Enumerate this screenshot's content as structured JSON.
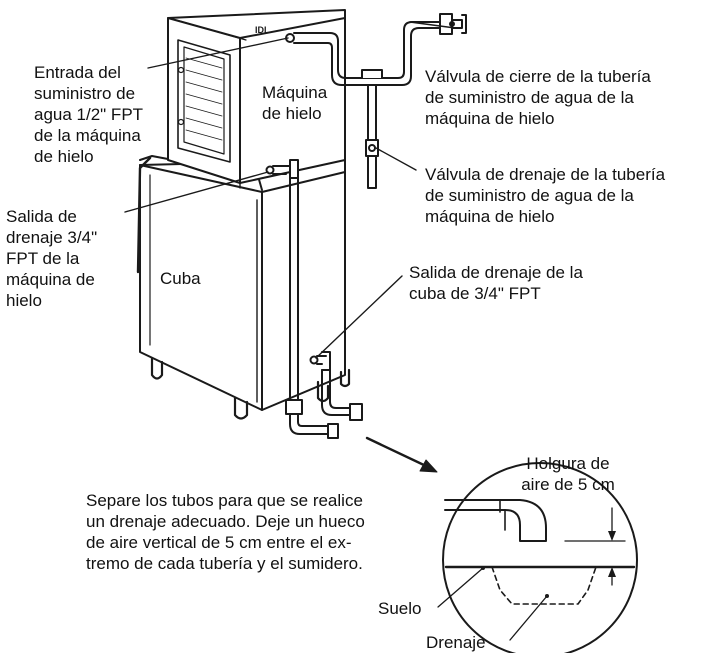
{
  "labels": {
    "entrada": [
      "Entrada del",
      "suministro de",
      "agua 1/2\" FPT",
      "de la máquina",
      "de hielo"
    ],
    "maquina": [
      "Máquina",
      "de hielo"
    ],
    "valvula_cierre": [
      "Válvula de cierre de la tubería",
      "de suministro de agua de la",
      "máquina de hielo"
    ],
    "valvula_drenaje": [
      "Válvula de drenaje de la tubería",
      "de suministro de agua de la",
      "máquina de hielo"
    ],
    "salida_maquina": [
      "Salida de",
      "drenaje 3/4\"",
      "FPT de la",
      "máquina de",
      "hielo"
    ],
    "cuba": "Cuba",
    "salida_cuba": [
      "Salida de drenaje de la",
      "cuba de 3/4\" FPT"
    ],
    "holgura": [
      "Holgura de",
      "aire de 5 cm"
    ],
    "nota": [
      "Separe los tubos para que se realice",
      "un drenaje adecuado. Deje un hueco",
      "de aire vertical de 5 cm entre el ex-",
      "tremo de cada tubería y el sumidero."
    ],
    "suelo": "Suelo",
    "drenaje": "Drenaje"
  },
  "colors": {
    "line": "#1a1a1a",
    "fill": "#ffffff"
  }
}
